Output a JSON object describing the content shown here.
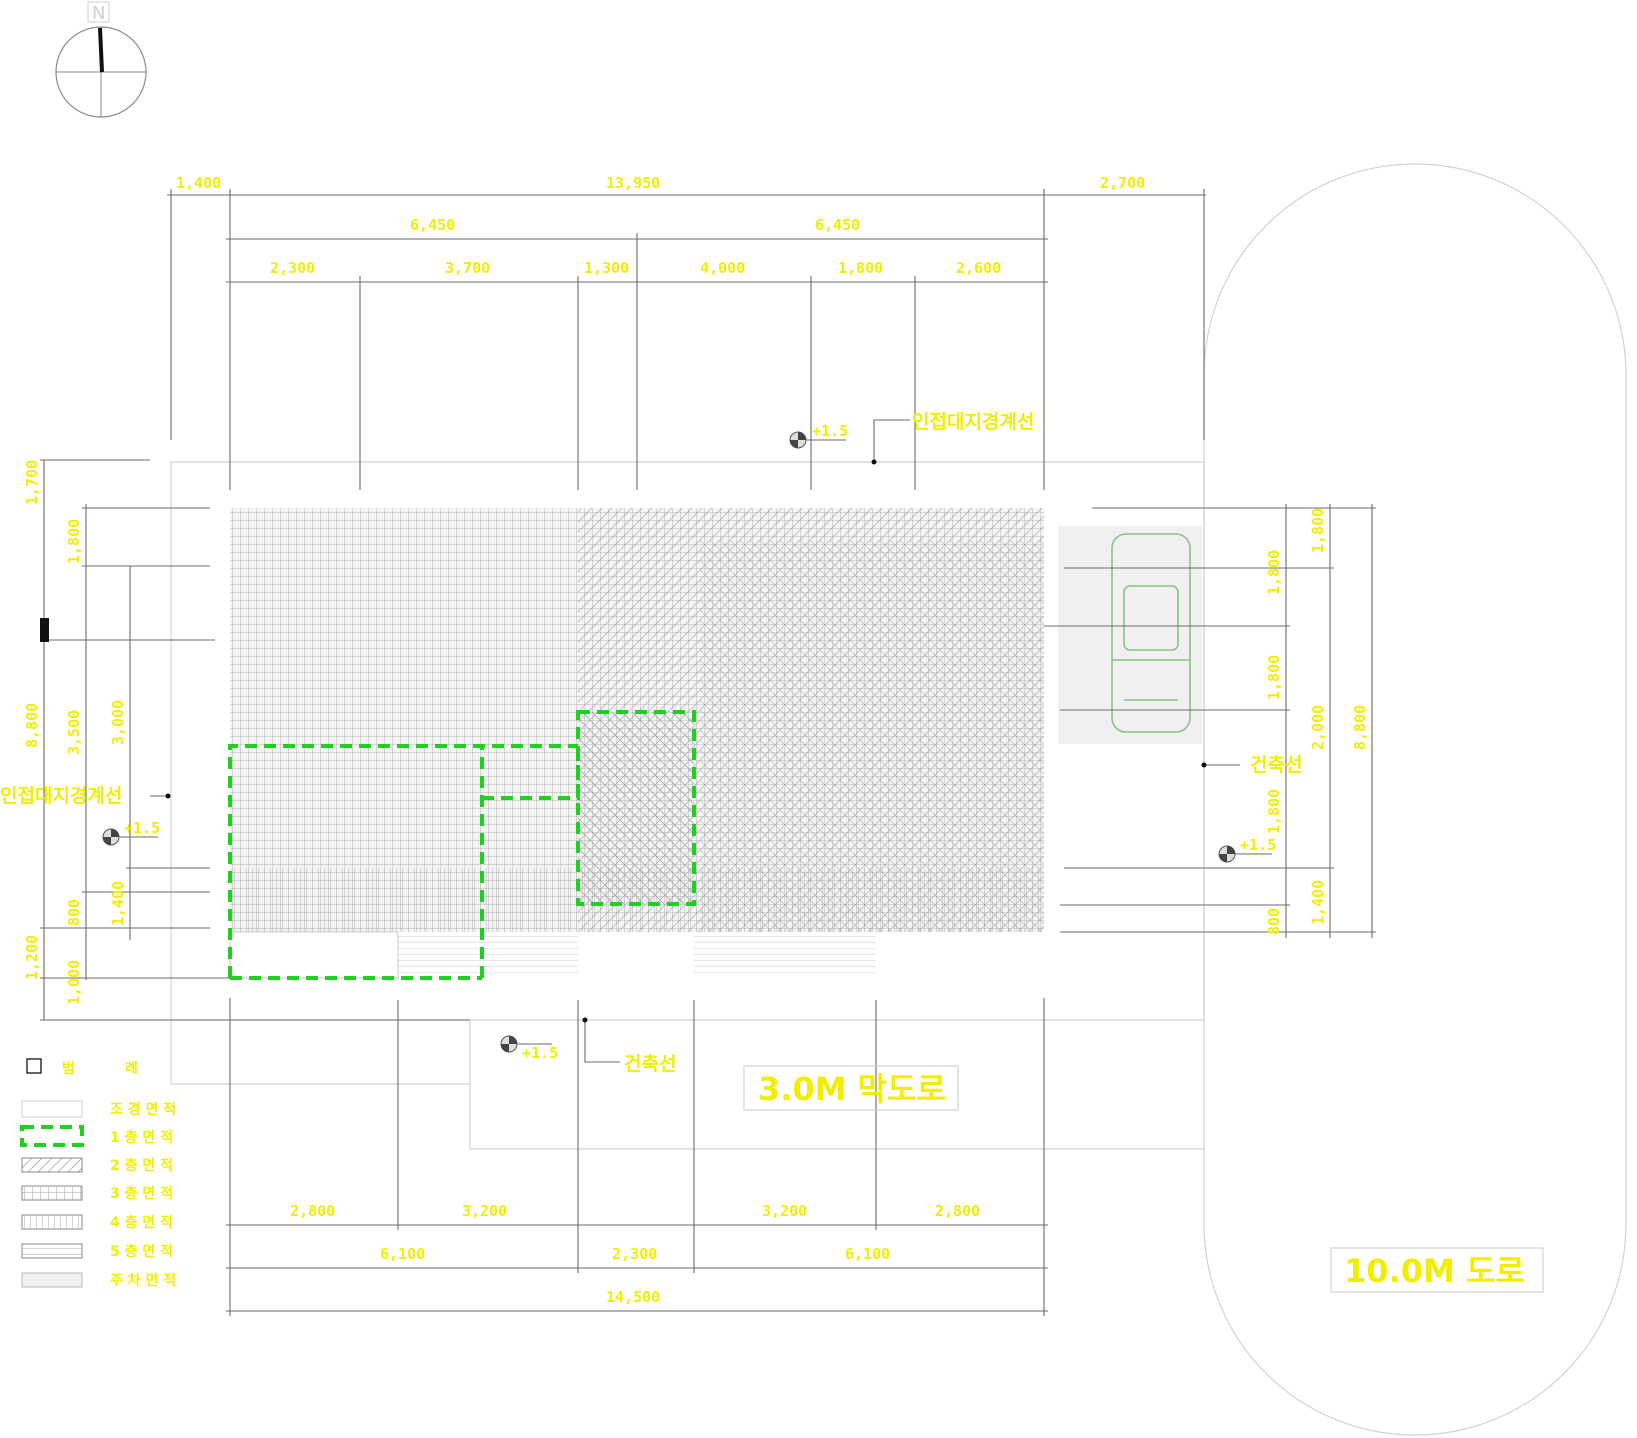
{
  "north_arrow": {
    "label": "N"
  },
  "dimensions": {
    "top_overall": [
      "1,400",
      "13,950",
      "2,700"
    ],
    "top_middle": [
      "6,450",
      "6,450"
    ],
    "top_detail": [
      "2,300",
      "3,700",
      "1,300",
      "4,000",
      "1,800",
      "2,600"
    ],
    "bottom_detail": [
      "2,800",
      "3,200",
      "3,200",
      "2,800"
    ],
    "bottom_middle": [
      "6,100",
      "2,300",
      "6,100"
    ],
    "bottom_overall": "14,500",
    "left": [
      "1,700",
      "1,800",
      "8,800",
      "3,500",
      "3,000",
      "1,400",
      "800",
      "1,200",
      "1,000"
    ],
    "right": [
      "1,800",
      "1,800",
      "1,800",
      "1,800",
      "2,000",
      "8,800",
      "800",
      "1,400"
    ]
  },
  "callouts": {
    "adjacent_boundary_top": "인접대지경계선",
    "adjacent_boundary_left": "인접대지경계선",
    "building_line_right": "건축선",
    "building_line_bottom": "건축선",
    "level_marks": [
      "+1.5",
      "+1.5",
      "+1.5",
      "+1.5"
    ]
  },
  "roads": {
    "narrow_road": "3.0M 막도로",
    "main_road": "10.0M 도로"
  },
  "legend": {
    "header": [
      "범",
      "례"
    ],
    "items": [
      "조 경 면 적",
      "1 층 면 적",
      "2 층 면 적",
      "3 층 면 적",
      "4 층 면 적",
      "5 층 면 적",
      "주 차 면 적"
    ]
  },
  "colors": {
    "annotation": "#f2ee00",
    "floor_outline": "#1ed11e",
    "lines": "#6b6b6b",
    "light_lines": "#d2d2d2"
  }
}
